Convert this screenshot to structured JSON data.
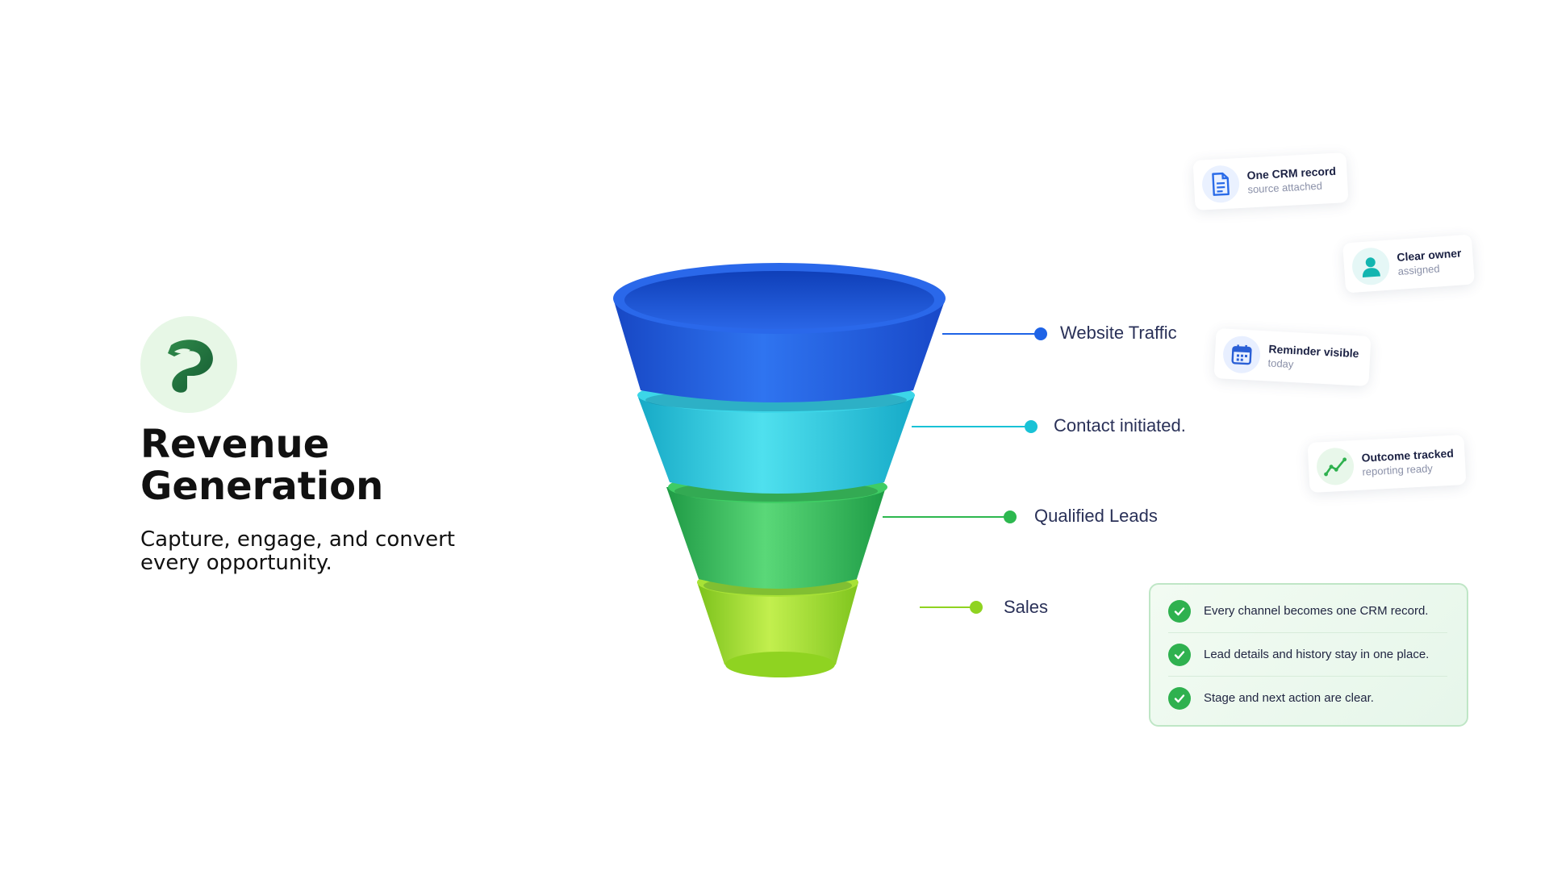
{
  "brand": {
    "title": "Revenue Generation",
    "subtitle": "Capture, engage, and convert every opportunity.",
    "logo_icon": "bird-p-logo-icon"
  },
  "funnel": {
    "stages": [
      {
        "label": "Website Traffic",
        "color": "#1f5fe0",
        "dot_color": "#1e63e6"
      },
      {
        "label": "Contact initiated.",
        "color": "#26c6dc",
        "dot_color": "#19c2d6"
      },
      {
        "label": "Qualified Leads",
        "color": "#2fbf55",
        "dot_color": "#2db84f"
      },
      {
        "label": "Sales",
        "color": "#9bdc2a",
        "dot_color": "#8fd321"
      }
    ]
  },
  "chips": [
    {
      "title": "One CRM record",
      "sub": "source attached",
      "icon": "document-icon",
      "icon_color": "#2a6be8"
    },
    {
      "title": "Clear owner",
      "sub": "assigned",
      "icon": "user-icon",
      "icon_color": "#12b5b0"
    },
    {
      "title": "Reminder visible",
      "sub": "today",
      "icon": "calendar-icon",
      "icon_color": "#2a5fd6"
    },
    {
      "title": "Outcome tracked",
      "sub": "reporting ready",
      "icon": "trend-chart-icon",
      "icon_color": "#2fb14f"
    }
  ],
  "checklist": [
    {
      "text": "Every channel becomes one CRM record.",
      "icon": "check-circle-icon"
    },
    {
      "text": "Lead details and history stay in one place.",
      "icon": "check-circle-icon"
    },
    {
      "text": "Stage and next action are clear.",
      "icon": "check-circle-icon"
    }
  ],
  "colors": {
    "accent_green": "#2fb14f",
    "text_dark": "#111111",
    "label_navy": "#2a3158"
  }
}
